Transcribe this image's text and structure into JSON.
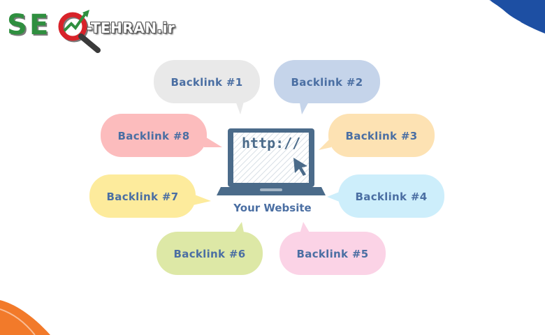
{
  "logo": {
    "s": "S",
    "e": "E",
    "suffix": "-TEHRAN.ir"
  },
  "center": {
    "url": "http://",
    "label": "Your Website"
  },
  "colors": {
    "label_text": "#4b6fa3",
    "laptop": "#4b6b8a",
    "logo_green": "#2f8f3f",
    "logo_red": "#d8232a"
  },
  "backlinks": [
    {
      "label": "Backlink #1",
      "color": "#e9e9e9"
    },
    {
      "label": "Backlink #2",
      "color": "#c5d4ea"
    },
    {
      "label": "Backlink #3",
      "color": "#fde2b3"
    },
    {
      "label": "Backlink #4",
      "color": "#cdeefb"
    },
    {
      "label": "Backlink #5",
      "color": "#fbd3e6"
    },
    {
      "label": "Backlink #6",
      "color": "#dde8a6"
    },
    {
      "label": "Backlink #7",
      "color": "#fdeb9c"
    },
    {
      "label": "Backlink #8",
      "color": "#fcbcbd"
    }
  ]
}
